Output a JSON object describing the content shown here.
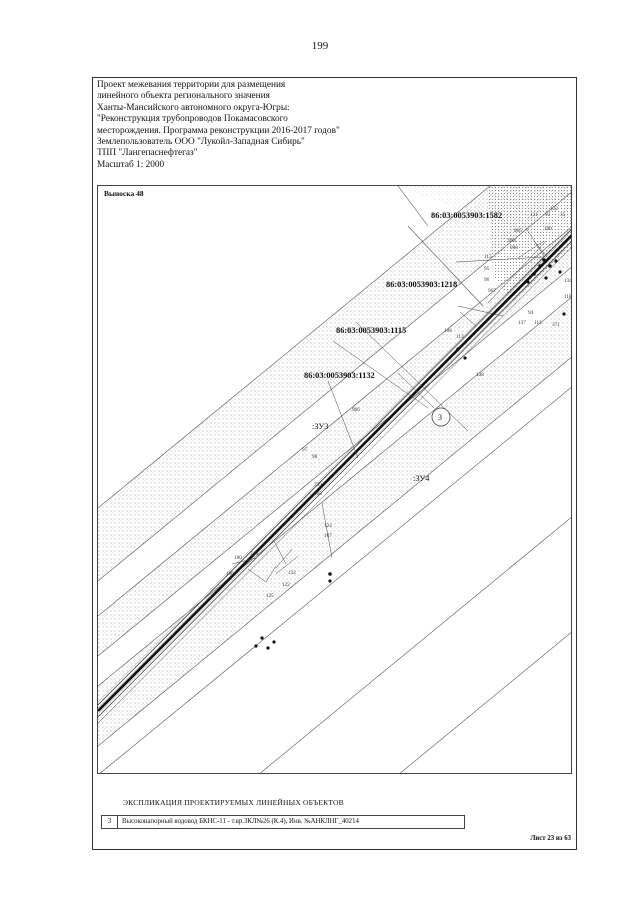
{
  "page_number": "199",
  "title_lines": [
    "Проект межевания территории для размещения",
    "линейного объекта регионального значения",
    "Ханты-Мансийского автономного округа-Югры:",
    "\"Реконструкция трубопроводов Покамасовского",
    "месторождения. Программа реконструкции 2016-2017 годов\"",
    "Землепользователь ООО \"Лукойл-Западная Сибирь\"",
    "ТПП \"Лангепаснефтегаз\"",
    "Масштаб 1: 2000"
  ],
  "map": {
    "callout": "Выноска 48",
    "parcels": [
      "86:03:0053903:1582",
      "86:03:0053903:1218",
      "86:03:0053903:1115",
      "86:03:0053903:1132"
    ],
    "zones": [
      ":ЗУ3",
      ":ЗУ4"
    ],
    "object_marker": "3",
    "point_numbers": {
      "p122": "122",
      "p121": "121",
      "p92": "92",
      "p35": "35",
      "p965": "965",
      "p100": "100",
      "p994": "994",
      "p990": "990",
      "p115": "115",
      "p95": "95",
      "p96": "96",
      "p967": "967",
      "p118": "118",
      "p134": "134",
      "p94": "94",
      "p137": "137",
      "p113": "113",
      "p371": "371",
      "p108": "108",
      "p113b": "113",
      "p138": "138",
      "p966": "966",
      "p97": "97",
      "p98": "98",
      "p739": "739",
      "p965b": "965",
      "p100b": "100",
      "p740": "740",
      "p124": "124",
      "p107": "107",
      "p106": "106",
      "p132": "132",
      "p122b": "122",
      "p125": "125"
    }
  },
  "legend": {
    "title": "ЭКСПЛИКАЦИЯ ПРОЕКТИРУЕМЫХ ЛИНЕЙНЫХ ОБЪЕКТОВ",
    "rows": [
      {
        "num": "3",
        "desc": "Высоконапорный водовод БКНС-11 - т.вр.3КЛ№26 (К.4), Инв. №АНКЛНГ_40214"
      }
    ]
  },
  "sheet_label": "Лист 23 из 63"
}
